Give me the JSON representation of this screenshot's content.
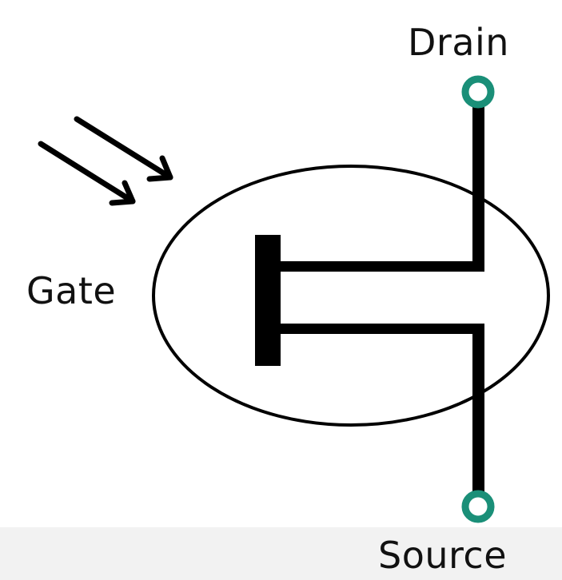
{
  "diagram": {
    "labels": {
      "drain": "Drain",
      "gate": "Gate",
      "source": "Source"
    },
    "colors": {
      "line": "#000000",
      "terminal": "#1a8f78",
      "text": "#111111"
    },
    "icons": {
      "light_arrows": "arrow-icon",
      "terminals": "circle-terminal-icon"
    }
  }
}
